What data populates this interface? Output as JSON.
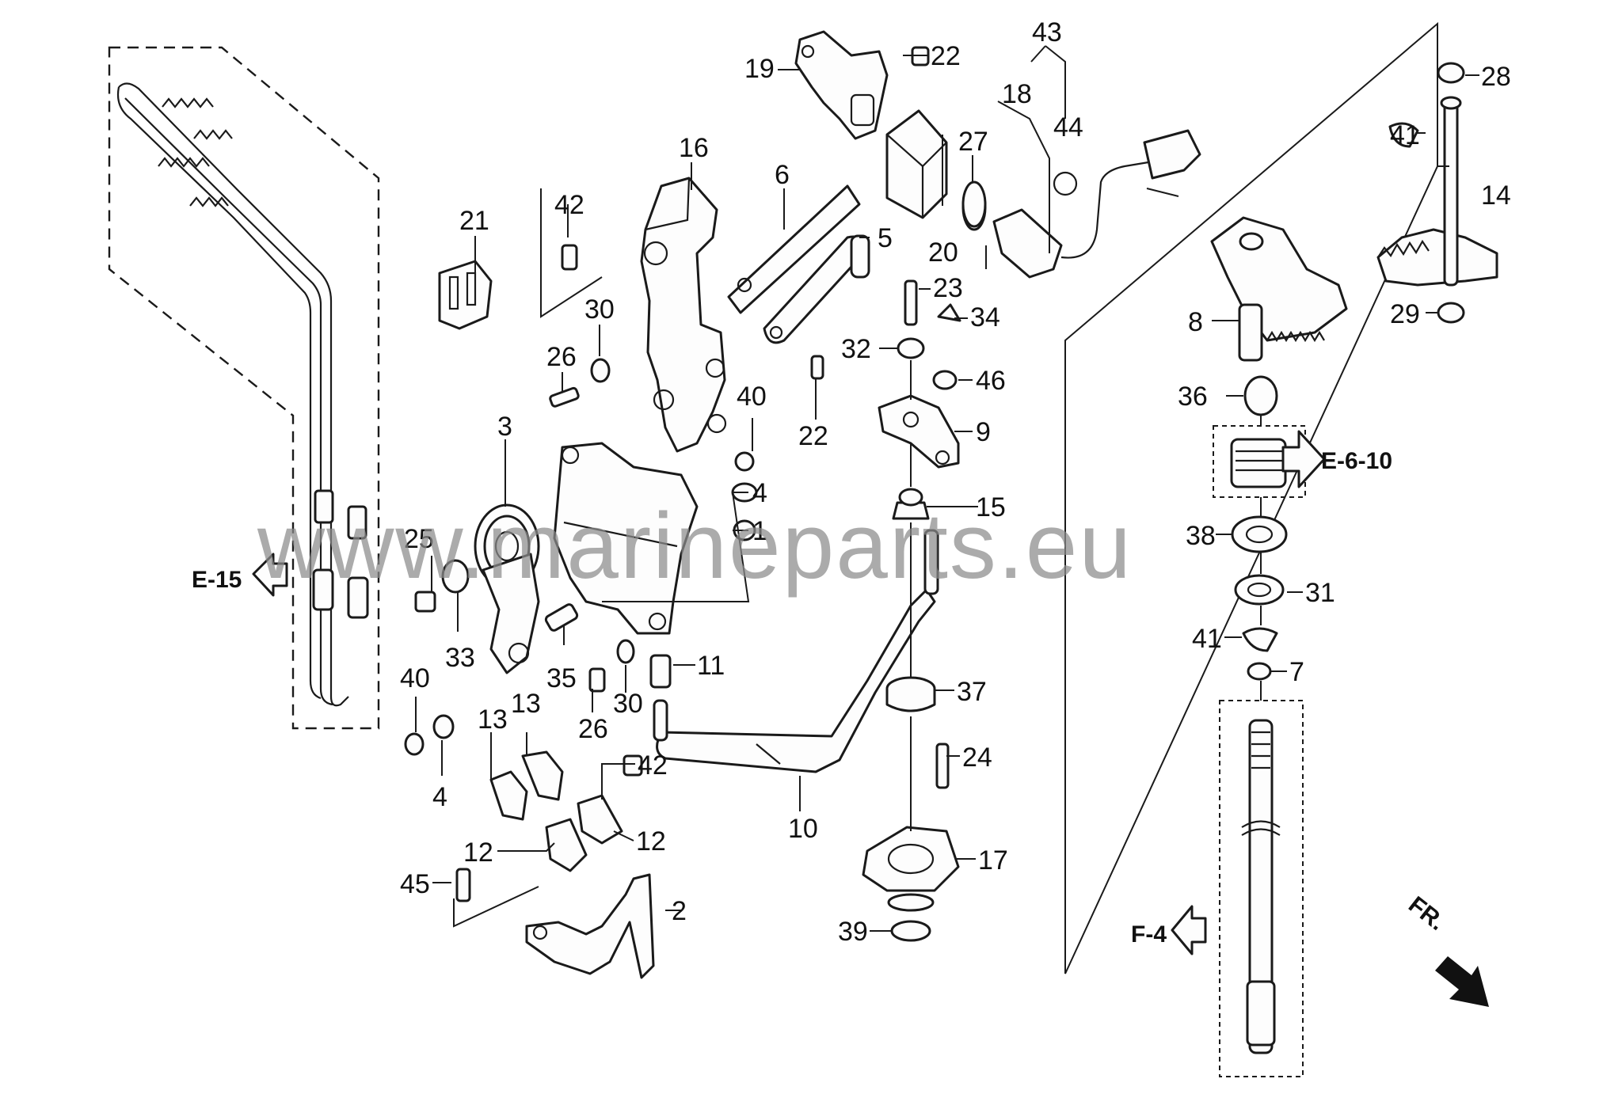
{
  "watermark": "www.marineparts.eu",
  "references": [
    "E-15",
    "E-6-10",
    "F-4",
    "FR."
  ],
  "callouts": {
    "c1": "1",
    "c2": "2",
    "c3": "3",
    "c4a": "4",
    "c4b": "4",
    "c5": "5",
    "c6": "6",
    "c7": "7",
    "c8": "8",
    "c9": "9",
    "c10": "10",
    "c11": "11",
    "c12a": "12",
    "c12b": "12",
    "c13a": "13",
    "c13b": "13",
    "c14": "14",
    "c15": "15",
    "c16": "16",
    "c17": "17",
    "c18": "18",
    "c19": "19",
    "c20": "20",
    "c21": "21",
    "c22a": "22",
    "c22b": "22",
    "c23": "23",
    "c24": "24",
    "c25": "25",
    "c26a": "26",
    "c26b": "26",
    "c27": "27",
    "c28": "28",
    "c29": "29",
    "c30a": "30",
    "c30b": "30",
    "c31": "31",
    "c32": "32",
    "c33": "33",
    "c34": "34",
    "c35": "35",
    "c36": "36",
    "c37": "37",
    "c38": "38",
    "c39": "39",
    "c40a": "40",
    "c40b": "40",
    "c41a": "41",
    "c41b": "41",
    "c42a": "42",
    "c42b": "42",
    "c43": "43",
    "c44": "44",
    "c45": "45",
    "c46": "46"
  }
}
